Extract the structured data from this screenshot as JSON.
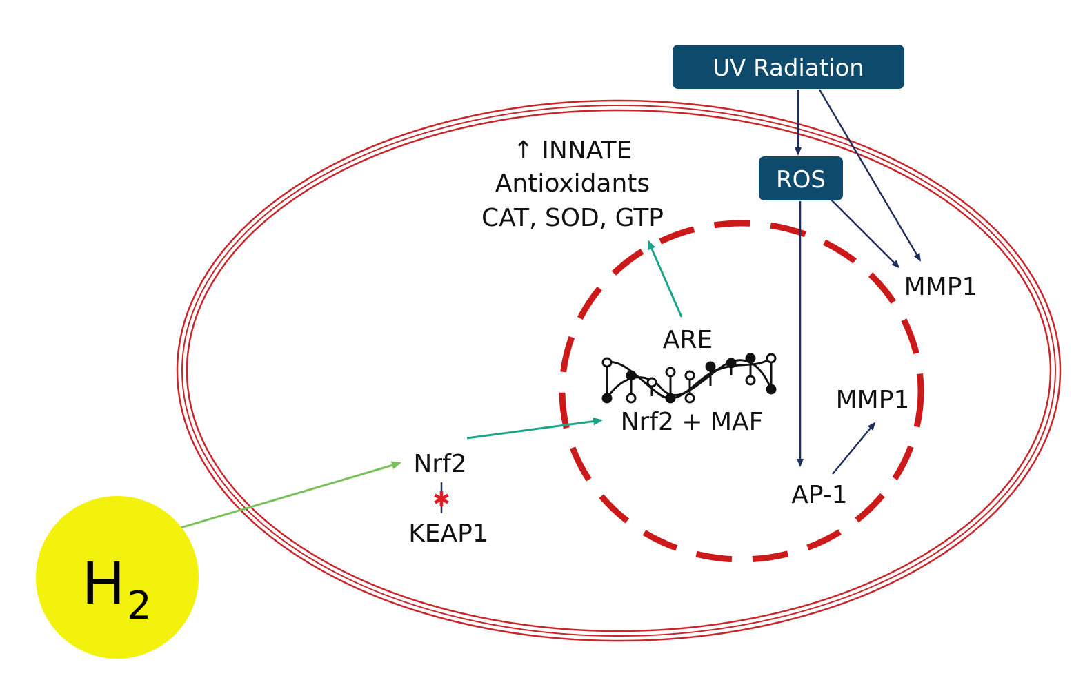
{
  "colors": {
    "membrane": "#c8262b",
    "nucleus": "#cc1a1a",
    "box_fill": "#0d4a6b",
    "green_arrow": "#1aa58a",
    "light_green_arrow": "#7ac05a",
    "navy_arrow": "#1f2e5c",
    "h2_fill": "#f2f20c",
    "block_mark": "#e01b24"
  },
  "labels": {
    "uv_radiation": "UV Radiation",
    "ros": "ROS",
    "mmp1_outer": "MMP1",
    "mmp1_inner": "MMP1",
    "ap1": "AP-1",
    "innate_line1": "↑ INNATE",
    "innate_line2": "Antioxidants",
    "innate_line3": "CAT, SOD, GTP",
    "are": "ARE",
    "nrf2_maf": "Nrf2  + MAF",
    "nrf2": "Nrf2",
    "keap1": "KEAP1",
    "block_mark": "✱",
    "h2_main": "H",
    "h2_sub": "2"
  },
  "icons": {
    "dna": "dna-ladder-icon",
    "block": "inhibition-star-icon"
  }
}
